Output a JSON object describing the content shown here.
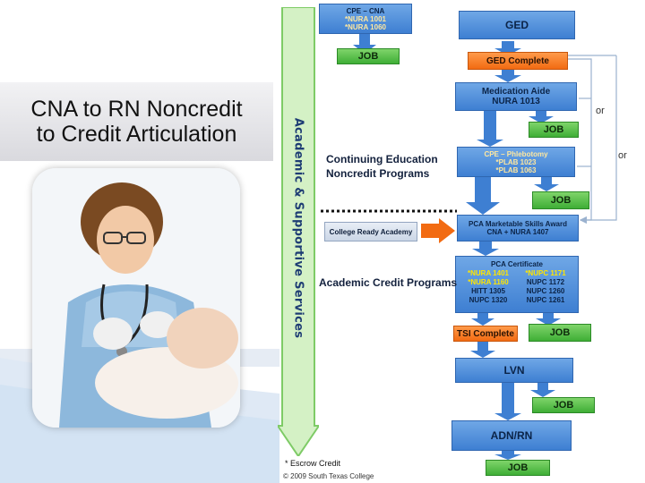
{
  "title": {
    "line1": "CNA to RN Noncredit",
    "line2": "to Credit Articulation"
  },
  "column_label": "Academic & Supportive Services",
  "sections": {
    "continuing_ed_line1": "Continuing Education",
    "continuing_ed_line2": "Noncredit Programs",
    "academic_credit": "Academic Credit Programs"
  },
  "boxes": {
    "cpe_cna": {
      "title": "CPE – CNA",
      "line1": "*NURA 1001",
      "line2": "*NURA 1060"
    },
    "job": "JOB",
    "ged": "GED",
    "ged_complete": "GED Complete",
    "med_aide": {
      "line1": "Medication Aide",
      "line2": "NURA 1013"
    },
    "cpe_phleb": {
      "title": "CPE – Phlebotomy",
      "line1": "*PLAB 1023",
      "line2": "*PLAB 1063"
    },
    "college_ready": "College Ready Academy",
    "pca_award": {
      "line1": "PCA Marketable Skills Award",
      "line2": "CNA + NURA 1407"
    },
    "pca_cert": {
      "title": "PCA Certificate",
      "rows": [
        [
          "*NURA 1401",
          "*NUPC 1171"
        ],
        [
          "*NURA 1160",
          "NUPC 1172"
        ],
        [
          "HITT 1305",
          "NUPC 1260"
        ],
        [
          "NUPC 1320",
          "NUPC 1261"
        ]
      ]
    },
    "tsi_complete": "TSI Complete",
    "lvn": "LVN",
    "adn_rn": "ADN/RN"
  },
  "or_label": "or",
  "footer": {
    "escrow": "* Escrow Credit",
    "copyright": "© 2009 South Texas College"
  },
  "colors": {
    "blue_box": "#3e7fd2",
    "green_box": "#3fae36",
    "orange_box": "#f26b12",
    "arrow_blue": "#3e7fd2",
    "column_green": "#c8ecb8",
    "highlight": "#ffe600"
  }
}
